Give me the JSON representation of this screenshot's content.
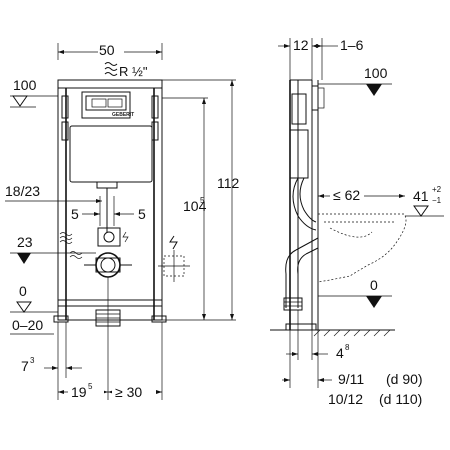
{
  "front_view": {
    "width_dim": "50",
    "water_connection_label": "R ½\"",
    "brand_text": "GEBERIT",
    "level_100": "100",
    "height_112": "112",
    "height_104_base": "104",
    "height_104_sup": "5",
    "dim_18_23": "18/23",
    "dim_5_left": "5",
    "dim_5_right": "5",
    "level_23": "23",
    "level_0": "0",
    "level_0_20": "0–20",
    "dim_7_base": "7",
    "dim_7_sup": "3",
    "dim_19_base": "19",
    "dim_19_sup": "5",
    "dim_ge_30": "≥ 30"
  },
  "side_view": {
    "dim_12": "12",
    "dim_1_6": "1–6",
    "level_100": "100",
    "dim_le_62": "≤ 62",
    "dim_41": "41",
    "dim_41_plus": "+2",
    "dim_41_minus": "−1",
    "level_0": "0",
    "dim_4_base": "4",
    "dim_4_sup": "8",
    "dim_9_11": "9/11",
    "note_d90": "(d 90)",
    "dim_10_12": "10/12",
    "note_d110": "(d 110)"
  }
}
